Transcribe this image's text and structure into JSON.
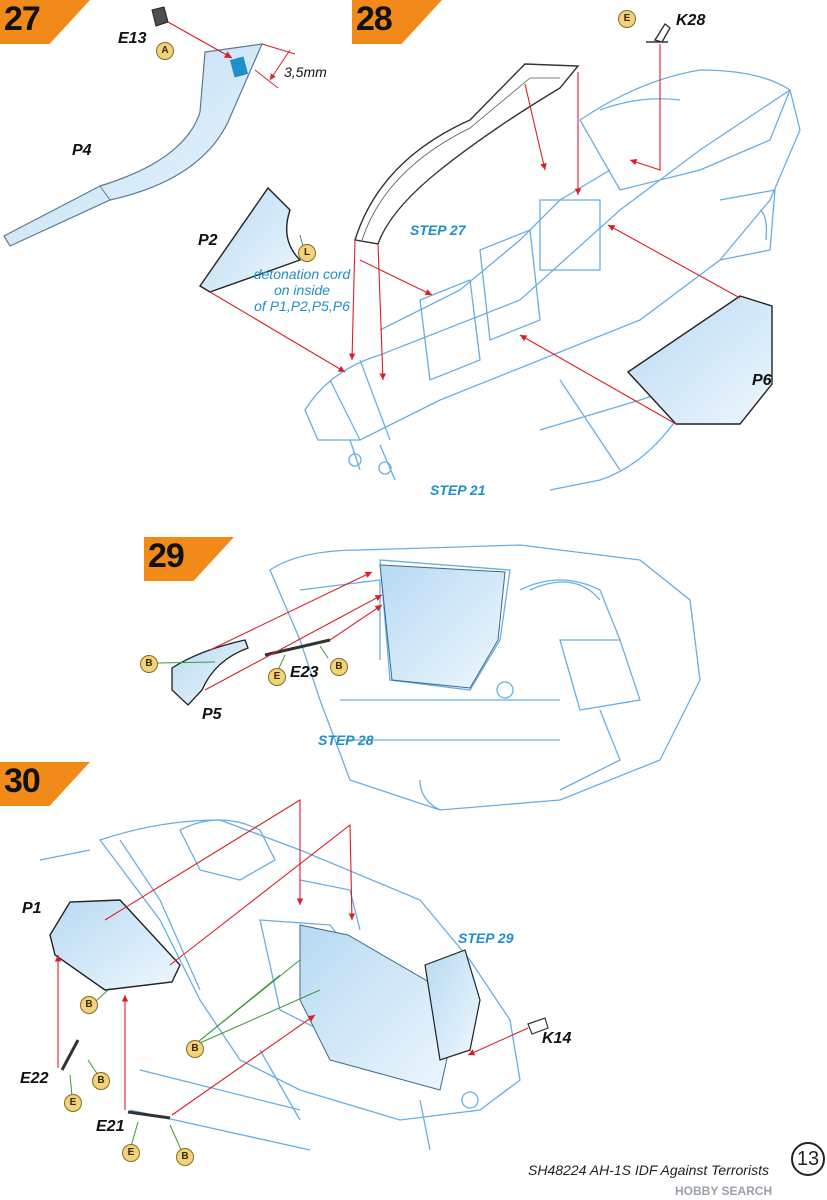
{
  "steps": {
    "s27": {
      "number": "27",
      "labels": {
        "e13": "E13",
        "p4": "P4",
        "dimension": "3,5mm"
      },
      "bubbles": {
        "e13": "A"
      }
    },
    "s28": {
      "number": "28",
      "labels": {
        "k28": "K28",
        "p2": "P2",
        "p6": "P6"
      },
      "bubbles": {
        "k28": "E",
        "p2": "L"
      },
      "note": [
        "detonation cord",
        "on inside",
        "of P1,P2,P5,P6"
      ],
      "refs": {
        "step27": "STEP 27",
        "step21": "STEP 21"
      }
    },
    "s29": {
      "number": "29",
      "labels": {
        "e23": "E23",
        "p5": "P5"
      },
      "bubbles": {
        "p5": "B",
        "e23_e": "E",
        "e23_b": "B"
      },
      "refs": {
        "step28": "STEP 28"
      }
    },
    "s30": {
      "number": "30",
      "labels": {
        "p1": "P1",
        "e22": "E22",
        "e21": "E21",
        "k14": "K14"
      },
      "bubbles": {
        "p1": "B",
        "e22_b": "B",
        "e22_e": "E",
        "inner_b": "B",
        "e21_e": "E",
        "e21_b": "B"
      },
      "refs": {
        "step29": "STEP 29"
      }
    }
  },
  "footer": {
    "title": "SH48224 AH-1S IDF Against Terrorists",
    "page_number": "13",
    "watermark": "HOBBY SEARCH"
  },
  "colors": {
    "accent_orange": "#f28a1a",
    "part_blue": "#1f8fc9",
    "glass_fill": "#cfe6f7",
    "arrow_red": "#d8202a",
    "leader_green": "#3a9a3a"
  }
}
